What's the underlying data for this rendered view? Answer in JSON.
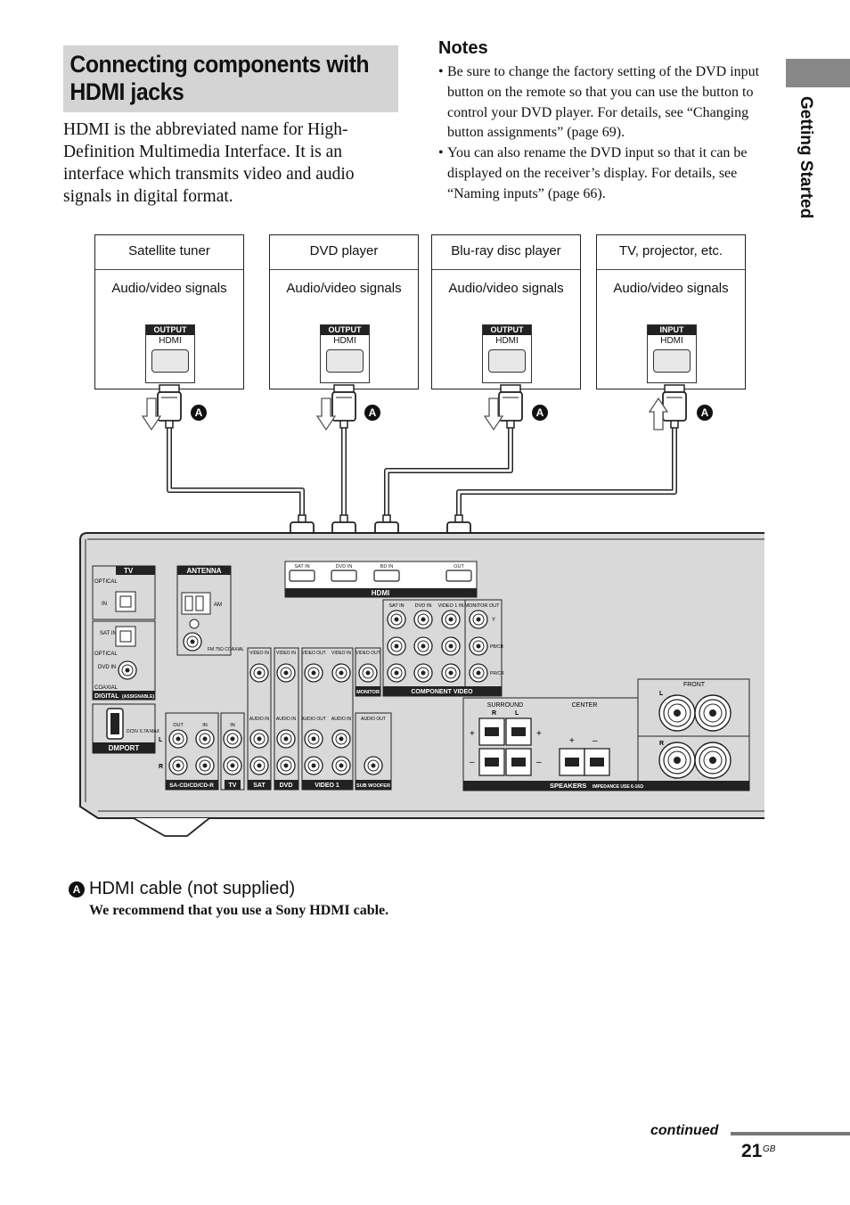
{
  "title": "Connecting components with HDMI jacks",
  "intro": "HDMI is the abbreviated name for High-Definition Multimedia Interface. It is an interface which transmits video and audio signals in digital format.",
  "notes": {
    "heading": "Notes",
    "items": [
      "Be sure to change the factory setting of the DVD input button on the remote so that you can use the button to control your DVD player. For details, see “Changing button assignments” (page 69).",
      "You can also rename the DVD input so that it can be displayed on the receiver’s display. For details, see “Naming inputs” (page 66)."
    ]
  },
  "side_label": "Getting Started",
  "components": [
    {
      "name": "Satellite tuner",
      "signal": "Audio/video signals",
      "port_tag": "OUTPUT",
      "port_name": "HDMI"
    },
    {
      "name": "DVD player",
      "signal": "Audio/video signals",
      "port_tag": "OUTPUT",
      "port_name": "HDMI"
    },
    {
      "name": "Blu-ray disc player",
      "signal": "Audio/video signals",
      "port_tag": "OUTPUT",
      "port_name": "HDMI"
    },
    {
      "name": "TV, projector, etc.",
      "signal": "Audio/video signals",
      "port_tag": "INPUT",
      "port_name": "HDMI"
    }
  ],
  "cable_letter": "A",
  "receiver": {
    "hdmi_label": "HDMI",
    "hdmi_ports": [
      "SAT IN",
      "DVD IN",
      "BD IN",
      "OUT"
    ],
    "tv_label": "TV",
    "optical_label": "OPTICAL",
    "in_label": "IN",
    "sat_in_label": "SAT IN",
    "dvd_in_label": "DVD IN",
    "coaxial_label": "COAXIAL",
    "digital_label": "DIGITAL",
    "assignable_label": "(ASSIGNABLE)",
    "dmport_label": "DMPORT",
    "dmport_spec": "DC5V 0.7A MAX",
    "antenna_label": "ANTENNA",
    "am_label": "AM",
    "fm_label": "FM 75Ω COAXIAL",
    "component_video_label": "COMPONENT VIDEO",
    "component_cols": [
      "SAT IN",
      "DVD IN",
      "VIDEO 1 IN",
      "MONITOR OUT"
    ],
    "component_rows": [
      "Y",
      "PB/CB",
      "PR/CR"
    ],
    "monitor_label": "MONITOR",
    "video_in_label": "VIDEO IN",
    "video_out_label": "VIDEO OUT",
    "audio_in_label": "AUDIO IN",
    "audio_out_label": "AUDIO OUT",
    "group_labels": [
      "SA-CD/CD/CD-R",
      "TV",
      "SAT",
      "DVD",
      "VIDEO 1",
      "SUB WOOFER"
    ],
    "out_label": "OUT",
    "l_label": "L",
    "r_label": "R",
    "surround_label": "SURROUND",
    "center_label": "CENTER",
    "front_label": "FRONT",
    "speakers_label": "SPEAKERS",
    "impedance_label": "IMPEDANCE USE 6-16Ω"
  },
  "legend": {
    "letter": "A",
    "title": "HDMI cable (not supplied)",
    "note": "We recommend that you use a Sony HDMI cable."
  },
  "footer": {
    "continued": "continued",
    "page_number": "21",
    "page_suffix": "GB"
  }
}
